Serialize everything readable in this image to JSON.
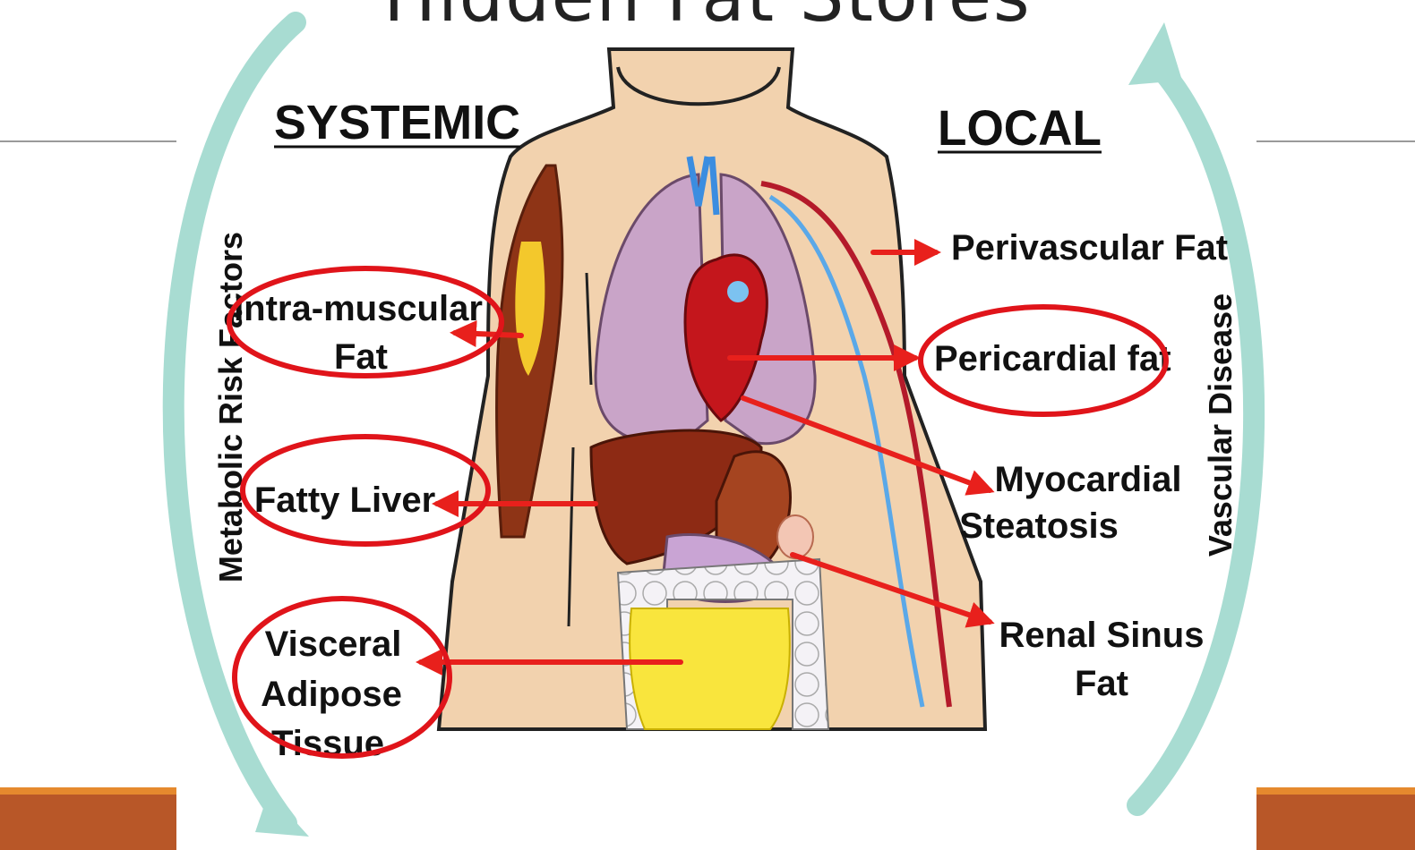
{
  "slide": {
    "title": "Hidden Fat Stores"
  },
  "headers": {
    "systemic": "SYSTEMIC",
    "local": "LOCAL"
  },
  "side_labels": {
    "left": "Metabolic Risk Factors",
    "right": "Vascular Disease"
  },
  "labels": {
    "intra_muscular_1": "Intra-muscular",
    "intra_muscular_2": "Fat",
    "fatty_liver": "Fatty Liver",
    "visceral_1": "Visceral",
    "visceral_2": "Adipose",
    "visceral_3": "Tissue",
    "perivascular": "Perivascular Fat",
    "pericardial": "Pericardial fat",
    "myocardial_1": "Myocardial",
    "myocardial_2": "Steatosis",
    "renal_1": "Renal Sinus",
    "renal_2": "Fat"
  },
  "colors": {
    "arrow_red": "#e8201c",
    "circle_red": "#e0141a",
    "cycle_teal": "#a8dcd2",
    "skin": "#f2d2ae",
    "footer": "#b85728",
    "footer_top": "#e5892e"
  }
}
